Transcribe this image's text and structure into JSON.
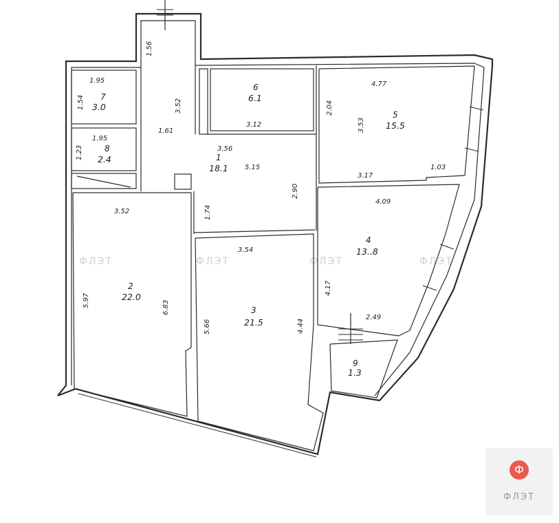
{
  "rooms": [
    {
      "number": "1",
      "area": "18.1"
    },
    {
      "number": "2",
      "area": "22.0"
    },
    {
      "number": "3",
      "area": "21.5"
    },
    {
      "number": "4",
      "area": "13..8"
    },
    {
      "number": "5",
      "area": "15.5"
    },
    {
      "number": "6",
      "area": "6.1"
    },
    {
      "number": "7",
      "area": "3.0"
    },
    {
      "number": "8",
      "area": "2.4"
    },
    {
      "number": "9",
      "area": "1.3"
    }
  ],
  "dimensions": {
    "hall_top": "1.56",
    "hall_height": "3.52",
    "hall_width": "1.61",
    "room7_width": "1.95",
    "room7_depth": "1.54",
    "room8_width": "1.95",
    "room8_depth": "1.23",
    "room6_width": "3.12",
    "room5_top": "4.77",
    "room5_left": "2.04",
    "room5_depth": "3.53",
    "room5_bottom": "3.17",
    "room5_bottom_right": "1.03",
    "room1_width": "3.56",
    "room1_width2": "5.15",
    "room1_depth": "2.90",
    "room1_left": "1.74",
    "room2_width": "3.52",
    "room2_left": "5.97",
    "room2_right": "6.83",
    "room3_width": "3.54",
    "room3_left": "5.66",
    "room3_right": "4.44",
    "room4_width": "4.09",
    "room4_left": "4.17",
    "room4_bottom": "2.49"
  },
  "watermark": "ФЛЭТ",
  "logo": {
    "mark": "Ф",
    "text": "ФЛЭТ"
  },
  "colors": {
    "logo_accent": "#ea5a4f",
    "line": "#2a2a2a"
  }
}
